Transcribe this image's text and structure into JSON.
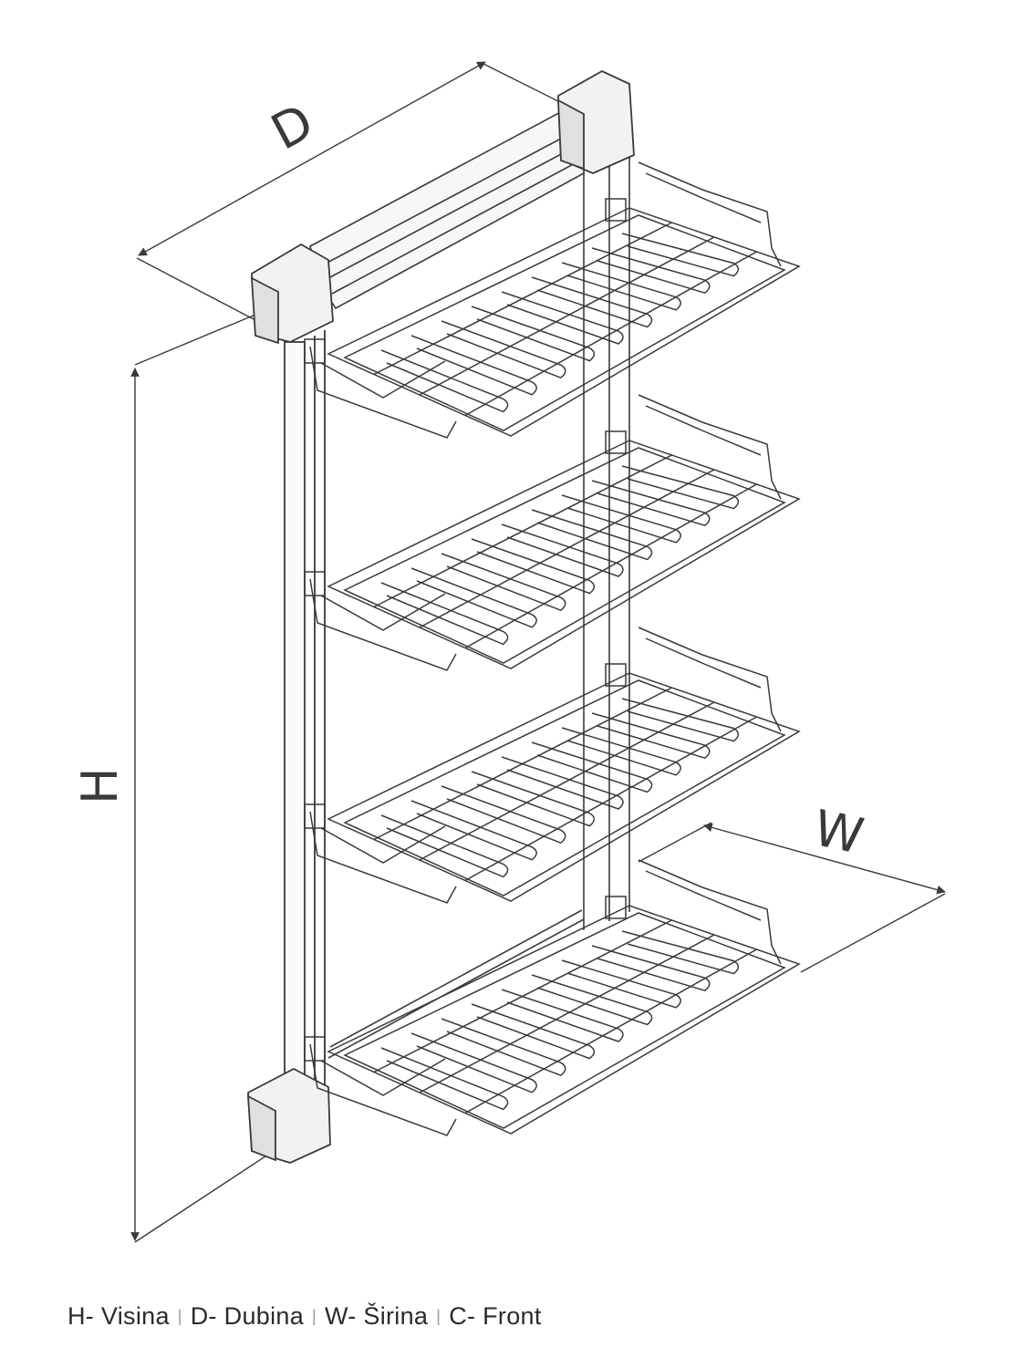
{
  "dimension_labels": {
    "depth": "D",
    "height": "H",
    "width": "W"
  },
  "legend": [
    {
      "code": "H-",
      "text": "Visina"
    },
    {
      "code": "D-",
      "text": "Dubina"
    },
    {
      "code": "W-",
      "text": "Širina"
    },
    {
      "code": "C-",
      "text": "Front"
    }
  ],
  "colors": {
    "line": "#3a3a3a",
    "cap_fill": "#f2f2f2",
    "separator": "#9a9a9a"
  },
  "shelf_count": 4
}
